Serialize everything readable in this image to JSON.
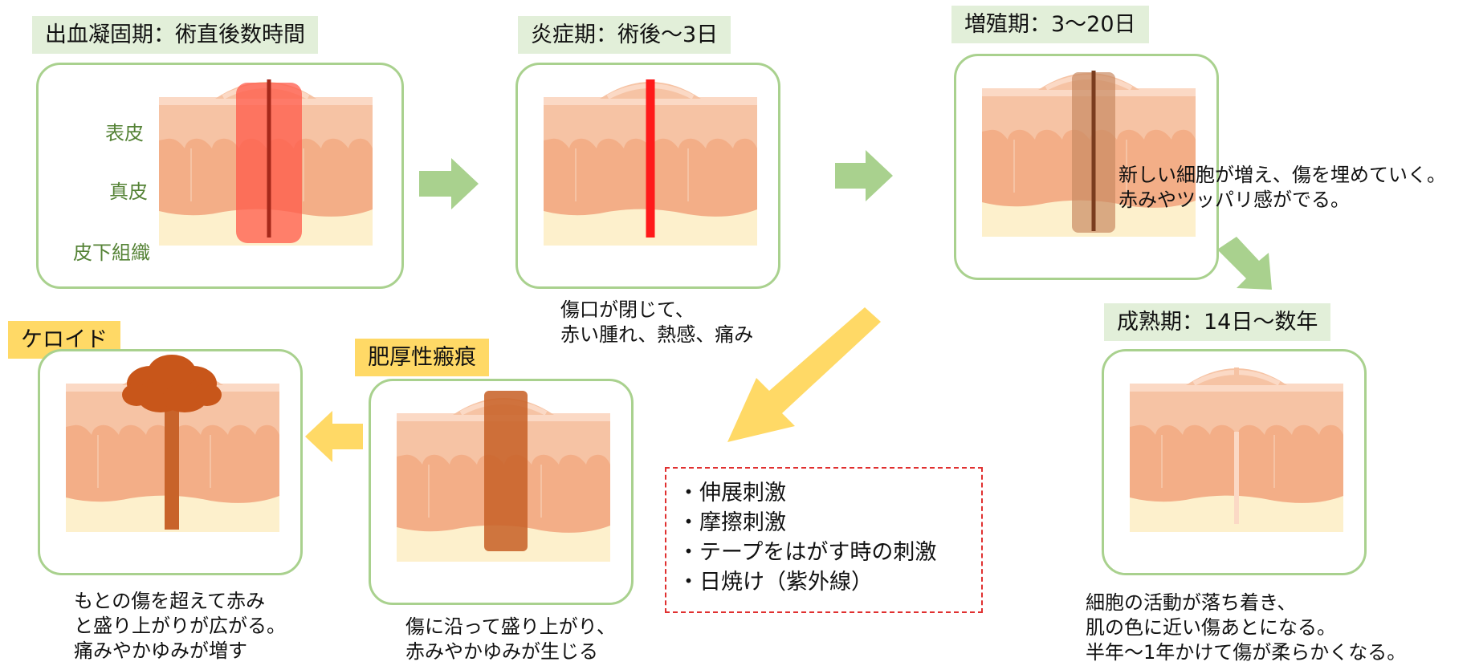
{
  "stages": {
    "hemostasis": {
      "title": "出血凝固期：術直後数時間",
      "layer_labels": [
        "表皮",
        "真皮",
        "皮下組織"
      ]
    },
    "inflammation": {
      "title": "炎症期：術後〜3日",
      "caption": [
        "傷口が閉じて、",
        "赤い腫れ、熱感、痛み"
      ]
    },
    "proliferation": {
      "title": "増殖期：3〜20日",
      "caption": [
        "新しい細胞が増え、傷を埋めていく。",
        "赤みやツッパリ感がでる。"
      ]
    },
    "maturation": {
      "title": "成熟期：14日〜数年",
      "caption": [
        "細胞の活動が落ち着き、",
        "肌の色に近い傷あとになる。",
        "半年〜1年かけて傷が柔らかくなる。"
      ]
    },
    "hypertrophic": {
      "title": "肥厚性瘢痕",
      "caption": [
        "傷に沿って盛り上がり、",
        "赤みやかゆみが生じる"
      ]
    },
    "keloid": {
      "title": "ケロイド",
      "caption": [
        "もとの傷を超えて赤み",
        "と盛り上がりが広がる。",
        "痛みやかゆみが増す"
      ]
    }
  },
  "factors": [
    "伸展刺激",
    "摩擦刺激",
    "テープをはがす時の刺激",
    "日焼け（紫外線）"
  ],
  "colors": {
    "epidermis_top": "#fbd9c5",
    "epidermis": "#f6c3a4",
    "dermis": "#f3ae87",
    "subcutis": "#fdf0cc",
    "panel_border": "#a9d18e",
    "green_arrow": "#a9d18e",
    "yellow_arrow": "#ffd966",
    "factor_border": "#e03030"
  }
}
